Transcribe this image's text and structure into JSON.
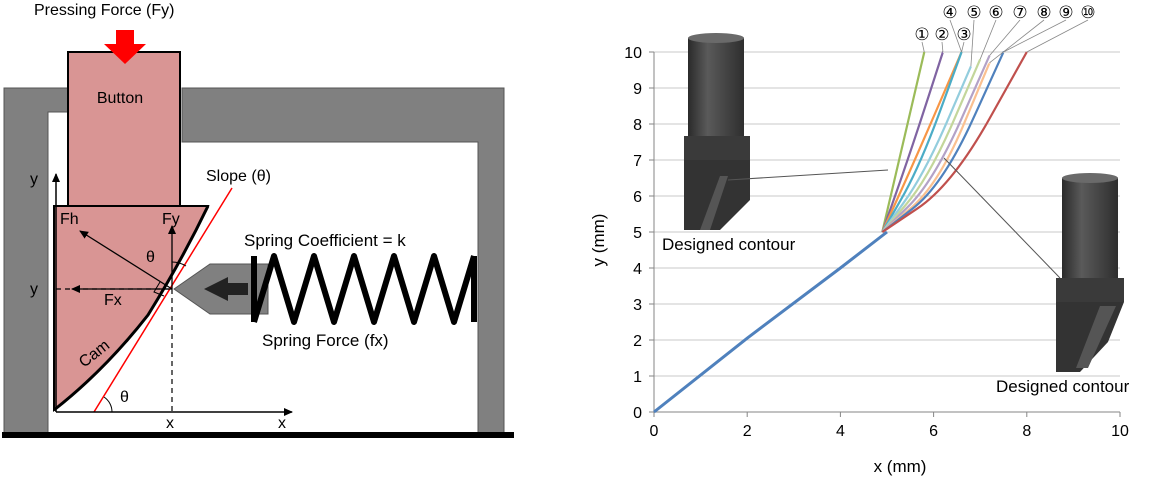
{
  "mechanism": {
    "labels": {
      "pressing_force": "Pressing Force (Fy)",
      "button": "Button",
      "slope": "Slope (θ)",
      "spring_coefficient": "Spring Coefficient = k",
      "spring_force": "Spring Force (fx)",
      "cam": "Cam",
      "fh": "Fh",
      "fy": "Fy",
      "fx": "Fx",
      "theta": "θ",
      "axis_x": "x",
      "axis_y": "y",
      "tick_x": "x",
      "tick_y": "y"
    },
    "colors": {
      "frame": "#808080",
      "button": "#d99594",
      "cam": "#d99594",
      "slope_line": "#ff0000",
      "arrow_red": "#ff0000",
      "spring": "#000000",
      "plunger": "#808080"
    }
  },
  "chart_data": {
    "type": "line",
    "title": "",
    "xlabel": "x (mm)",
    "ylabel": "y (mm)",
    "xlim": [
      0,
      10
    ],
    "ylim": [
      0,
      10
    ],
    "xticks": [
      "0",
      "2",
      "4",
      "6",
      "8",
      "10"
    ],
    "yticks": [
      "0",
      "1",
      "2",
      "3",
      "4",
      "5",
      "6",
      "7",
      "8",
      "9",
      "10"
    ],
    "grid": true,
    "base_segment": {
      "x": [
        0,
        2,
        4,
        5
      ],
      "y": [
        0,
        2.05,
        4.0,
        5.0
      ],
      "color": "#4f81bd"
    },
    "series": [
      {
        "name": "①",
        "color": "#9bbb59",
        "x": [
          4.9,
          5.8
        ],
        "y": [
          5.0,
          10.0
        ]
      },
      {
        "name": "②",
        "color": "#8064a2",
        "x": [
          4.9,
          5.5,
          6.2
        ],
        "y": [
          5.0,
          7.2,
          10.0
        ]
      },
      {
        "name": "③",
        "color": "#f79646",
        "x": [
          4.9,
          5.6,
          6.6
        ],
        "y": [
          5.0,
          7.0,
          10.0
        ]
      },
      {
        "name": "④",
        "color": "#4bacc6",
        "x": [
          4.9,
          5.7,
          6.6
        ],
        "y": [
          5.0,
          6.8,
          10.0
        ]
      },
      {
        "name": "⑤",
        "color": "#93cddd",
        "x": [
          4.9,
          5.8,
          6.8
        ],
        "y": [
          5.0,
          6.6,
          9.6
        ]
      },
      {
        "name": "⑥",
        "color": "#c3d69b",
        "x": [
          4.9,
          5.9,
          7.0
        ],
        "y": [
          5.0,
          6.5,
          9.8
        ]
      },
      {
        "name": "⑦",
        "color": "#b3a2c7",
        "x": [
          4.9,
          6.0,
          7.2
        ],
        "y": [
          5.0,
          6.4,
          9.9
        ]
      },
      {
        "name": "⑧",
        "color": "#fac090",
        "x": [
          4.9,
          6.1,
          7.2
        ],
        "y": [
          5.0,
          6.3,
          9.7
        ]
      },
      {
        "name": "⑨",
        "color": "#4f81bd",
        "x": [
          4.9,
          6.2,
          7.5
        ],
        "y": [
          5.0,
          6.3,
          10.0
        ]
      },
      {
        "name": "⑩",
        "color": "#c0504d",
        "x": [
          4.9,
          6.4,
          8.0
        ],
        "y": [
          5.0,
          6.3,
          10.0
        ]
      }
    ],
    "annotations": [
      "Designed contour",
      "Designed contour"
    ]
  }
}
